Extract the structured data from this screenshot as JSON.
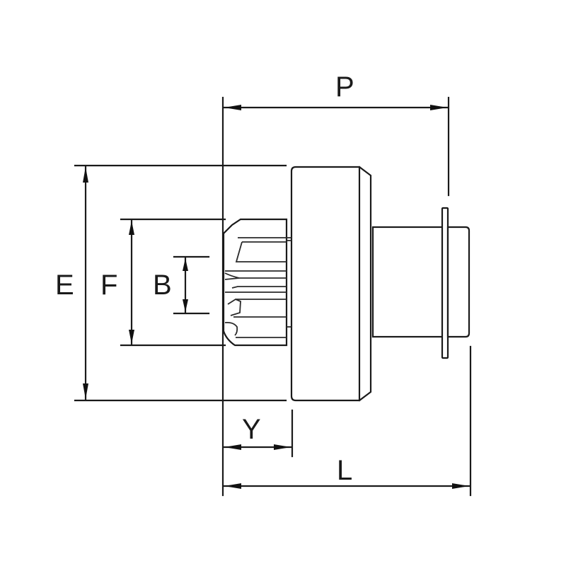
{
  "diagram": {
    "type": "technical-dimension-drawing",
    "subject": "starter drive pinion (bendix) side view",
    "colors": {
      "line": "#1a1a1a",
      "background": "#ffffff"
    },
    "dimensions": {
      "P": {
        "label": "P",
        "orientation": "horizontal",
        "from": "pinion-face",
        "to": "flange-collar"
      },
      "E": {
        "label": "E",
        "orientation": "vertical",
        "description": "clutch housing outer diameter"
      },
      "F": {
        "label": "F",
        "orientation": "vertical",
        "description": "pinion outer diameter"
      },
      "B": {
        "label": "B",
        "orientation": "vertical",
        "description": "pinion inner bore"
      },
      "Y": {
        "label": "Y",
        "orientation": "horizontal",
        "description": "pinion gear length"
      },
      "L": {
        "label": "L",
        "orientation": "horizontal",
        "description": "overall length"
      }
    }
  }
}
